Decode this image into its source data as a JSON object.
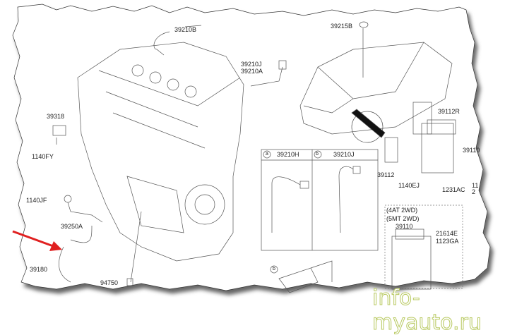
{
  "diagram": {
    "labels": {
      "p39210B": "39210B",
      "p39210J": "39210J",
      "p39210A": "39210A",
      "p39215B": "39215B",
      "p39318": "39318",
      "p1140FY": "1140FY",
      "p39112R": "39112R",
      "p39110": "39110",
      "p1140JF": "1140JF",
      "p39250A": "39250A",
      "p39112": "39112",
      "p1140EJ": "1140EJ",
      "p1231AC": "1231AC",
      "p_cut1": "11",
      "p_cut2": "2",
      "p39180": "39180",
      "p94750": "94750"
    },
    "detail_box": {
      "a_marker": "a",
      "a_part": "39210H",
      "b_marker": "b",
      "b_part": "39210J"
    },
    "variant_box": {
      "line1": "(4AT 2WD)",
      "line2": "(5MT 2WD)",
      "part": "39110",
      "fastener1": "21614E",
      "fastener2": "1123GA"
    },
    "b_callout": "b",
    "watermark": "info-myauto.ru",
    "colors": {
      "arrow": "#e02020",
      "line": "#444444",
      "watermark": "#b8c960"
    }
  }
}
